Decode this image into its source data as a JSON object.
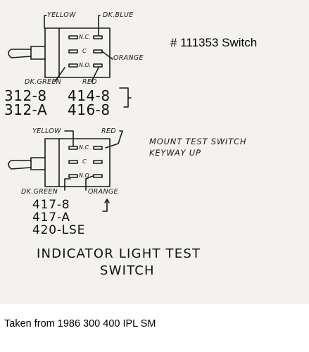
{
  "switch_ref": "# 111353 Switch",
  "diagram1": {
    "wire_yellow": "YELLOW",
    "wire_dkblue": "DK.BLUE",
    "wire_orange": "ORANGE",
    "wire_dkgreen": "DK.GREEN",
    "wire_red": "RED",
    "pin_nc": "N.C.",
    "pin_c": "C",
    "pin_no": "N.O.",
    "models_left": [
      "312-8",
      "312-A"
    ],
    "models_right": [
      "414-8",
      "416-8"
    ]
  },
  "diagram2": {
    "wire_yellow": "YELLOW",
    "wire_red": "RED",
    "wire_dkgreen": "DK.GREEN",
    "wire_orange": "ORANGE",
    "pin_nc": "N.C.",
    "pin_c": "C",
    "pin_no": "N.O.",
    "models": [
      "417-8",
      "417-A",
      "420-LSE"
    ],
    "mount_note_1": "MOUNT TEST SWITCH",
    "mount_note_2": "KEYWAY UP"
  },
  "title_line1": "INDICATOR LIGHT TEST",
  "title_line2": "SWITCH",
  "caption": "Taken from 1986 300 400 IPL SM"
}
